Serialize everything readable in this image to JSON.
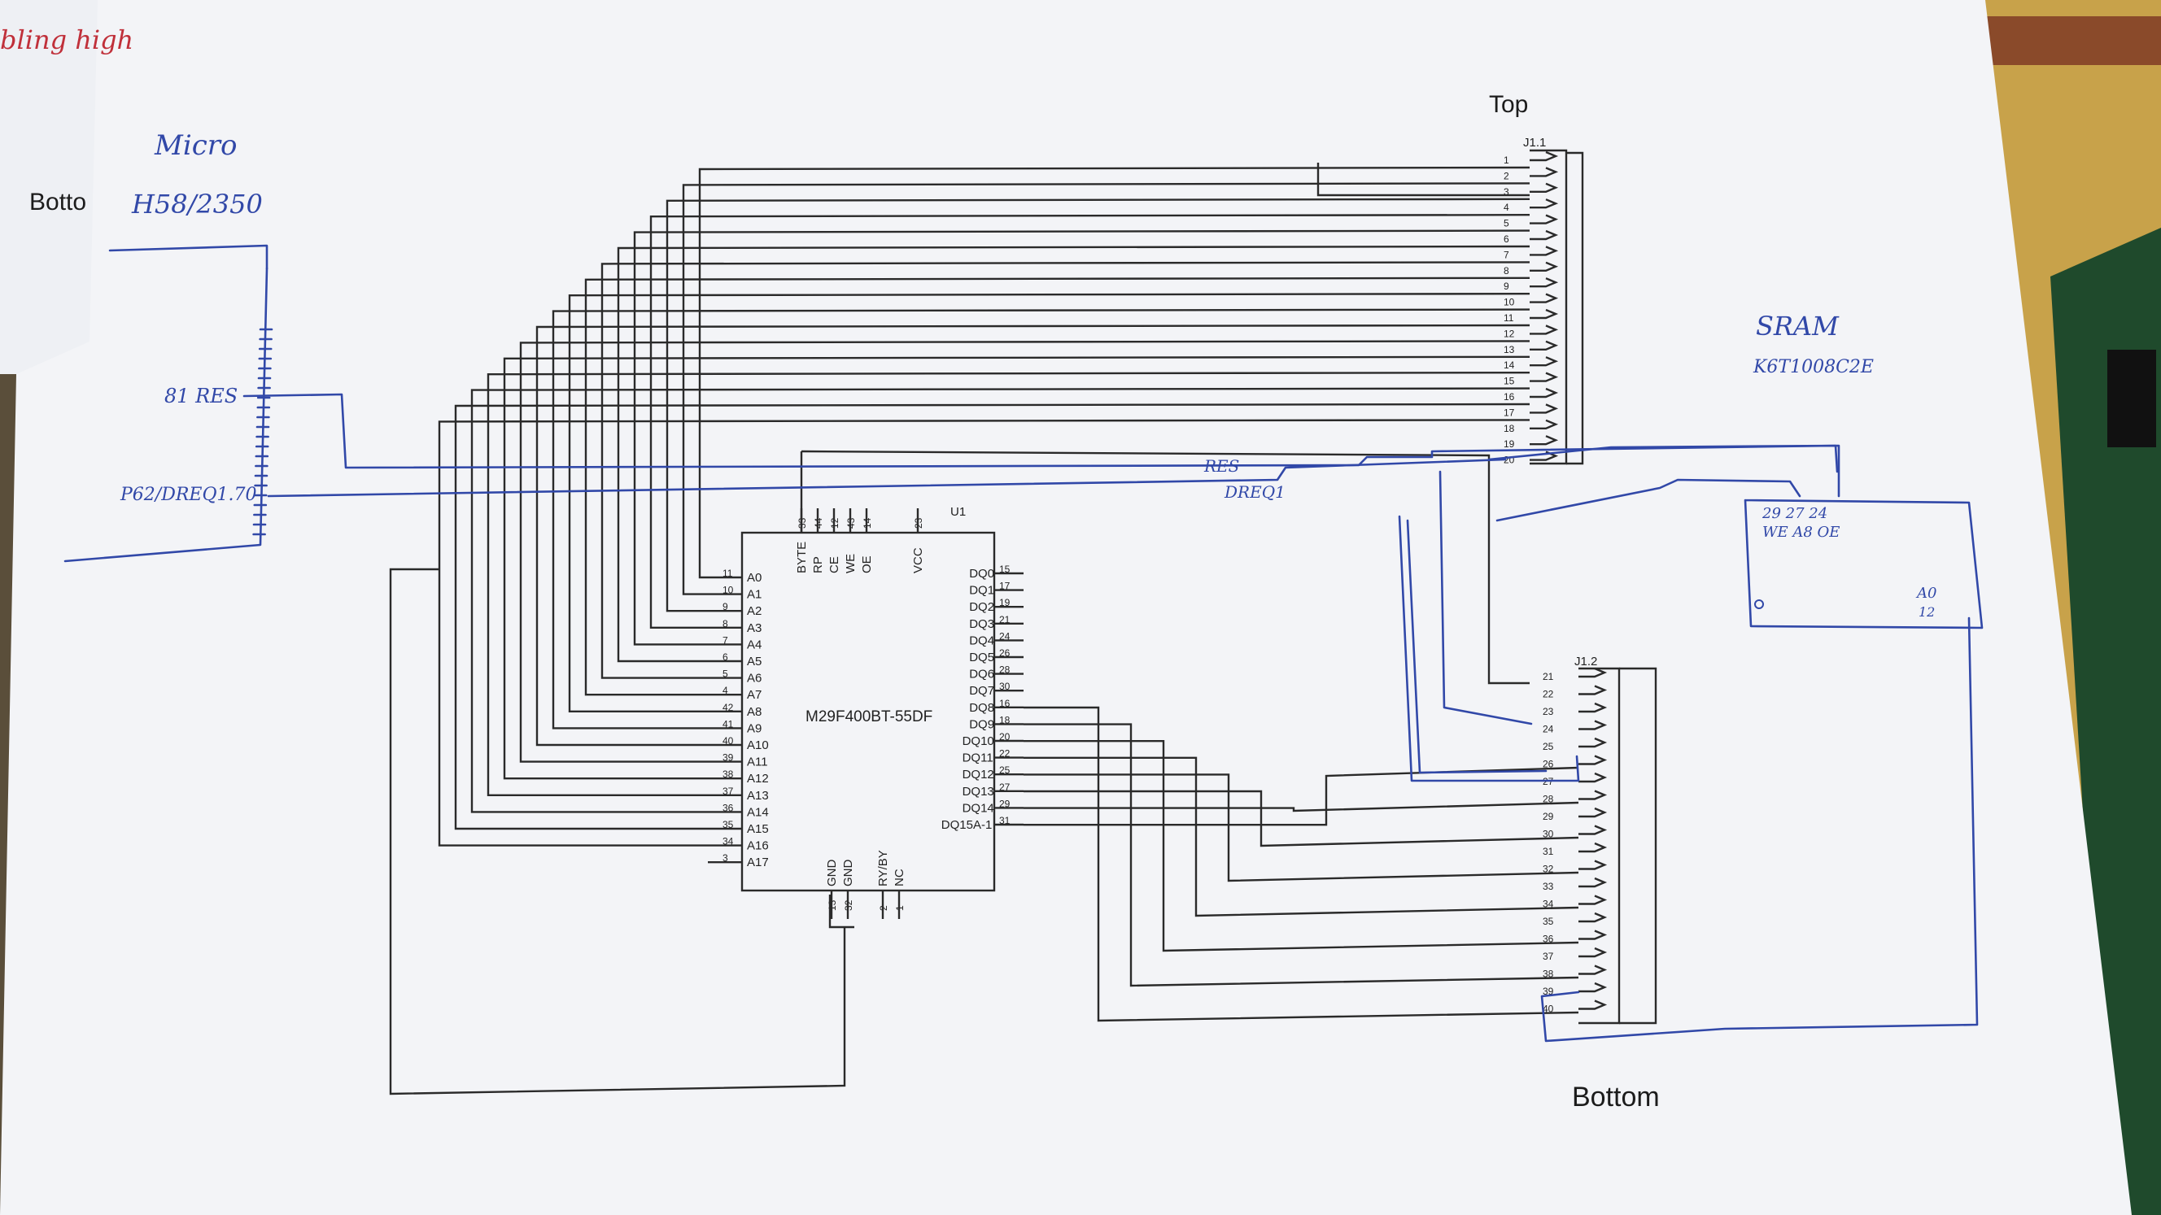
{
  "labels": {
    "top": "Top",
    "bottom": "Bottom",
    "j11": "J1.1",
    "j12": "J1.2",
    "u1": "U1",
    "chip": "M29F400BT-55DF",
    "left_sheet_bottom": "Botto",
    "left_sheet_red": "bling high"
  },
  "handwritten": {
    "micro_1": "Micro",
    "micro_2": "H58/2350",
    "res_pin": "81 RES",
    "dreq_pin": "P62/DREQ1.70",
    "res_wire": "RES",
    "dreq_wire": "DREQ1",
    "sram_1": "SRAM",
    "sram_2": "K6T1008C2E",
    "sram_pins_top": "29 27 24",
    "sram_pins_names": "WE A8 OE",
    "sram_a0": "A0",
    "sram_a0_pin": "12"
  },
  "chip_left_pins": [
    {
      "name": "A0",
      "num": "11"
    },
    {
      "name": "A1",
      "num": "10"
    },
    {
      "name": "A2",
      "num": "9"
    },
    {
      "name": "A3",
      "num": "8"
    },
    {
      "name": "A4",
      "num": "7"
    },
    {
      "name": "A5",
      "num": "6"
    },
    {
      "name": "A6",
      "num": "5"
    },
    {
      "name": "A7",
      "num": "4"
    },
    {
      "name": "A8",
      "num": "42"
    },
    {
      "name": "A9",
      "num": "41"
    },
    {
      "name": "A10",
      "num": "40"
    },
    {
      "name": "A11",
      "num": "39"
    },
    {
      "name": "A12",
      "num": "38"
    },
    {
      "name": "A13",
      "num": "37"
    },
    {
      "name": "A14",
      "num": "36"
    },
    {
      "name": "A15",
      "num": "35"
    },
    {
      "name": "A16",
      "num": "34"
    },
    {
      "name": "A17",
      "num": "3"
    }
  ],
  "chip_right_pins": [
    {
      "name": "DQ0",
      "num": "15"
    },
    {
      "name": "DQ1",
      "num": "17"
    },
    {
      "name": "DQ2",
      "num": "19"
    },
    {
      "name": "DQ3",
      "num": "21"
    },
    {
      "name": "DQ4",
      "num": "24"
    },
    {
      "name": "DQ5",
      "num": "26"
    },
    {
      "name": "DQ6",
      "num": "28"
    },
    {
      "name": "DQ7",
      "num": "30"
    },
    {
      "name": "DQ8",
      "num": "16"
    },
    {
      "name": "DQ9",
      "num": "18"
    },
    {
      "name": "DQ10",
      "num": "20"
    },
    {
      "name": "DQ11",
      "num": "22"
    },
    {
      "name": "DQ12",
      "num": "25"
    },
    {
      "name": "DQ13",
      "num": "27"
    },
    {
      "name": "DQ14",
      "num": "29"
    },
    {
      "name": "DQ15A-1",
      "num": "31"
    }
  ],
  "chip_top_pins": [
    {
      "name": "BYTE",
      "num": "33"
    },
    {
      "name": "RP",
      "num": "44"
    },
    {
      "name": "CE",
      "num": "12"
    },
    {
      "name": "WE",
      "num": "43"
    },
    {
      "name": "OE",
      "num": "14"
    },
    {
      "name": "VCC",
      "num": "23"
    }
  ],
  "chip_bottom_pins": [
    {
      "name": "GND",
      "num": "13"
    },
    {
      "name": "GND",
      "num": "32"
    },
    {
      "name": "RY/BY",
      "num": "2"
    },
    {
      "name": "NC",
      "num": "1"
    }
  ],
  "j11_pins": [
    "1",
    "2",
    "3",
    "4",
    "5",
    "6",
    "7",
    "8",
    "9",
    "10",
    "11",
    "12",
    "13",
    "14",
    "15",
    "16",
    "17",
    "18",
    "19",
    "20"
  ],
  "j12_pins": [
    "21",
    "22",
    "23",
    "24",
    "25",
    "26",
    "27",
    "28",
    "29",
    "30",
    "31",
    "32",
    "33",
    "34",
    "35",
    "36",
    "37",
    "38",
    "39",
    "40"
  ],
  "colors": {
    "paper": "#f3f4f7",
    "ink": "#2a2a2a",
    "pen": "#3148a8",
    "red_pen": "#c0303a",
    "pcb": "#1f4a2c"
  }
}
